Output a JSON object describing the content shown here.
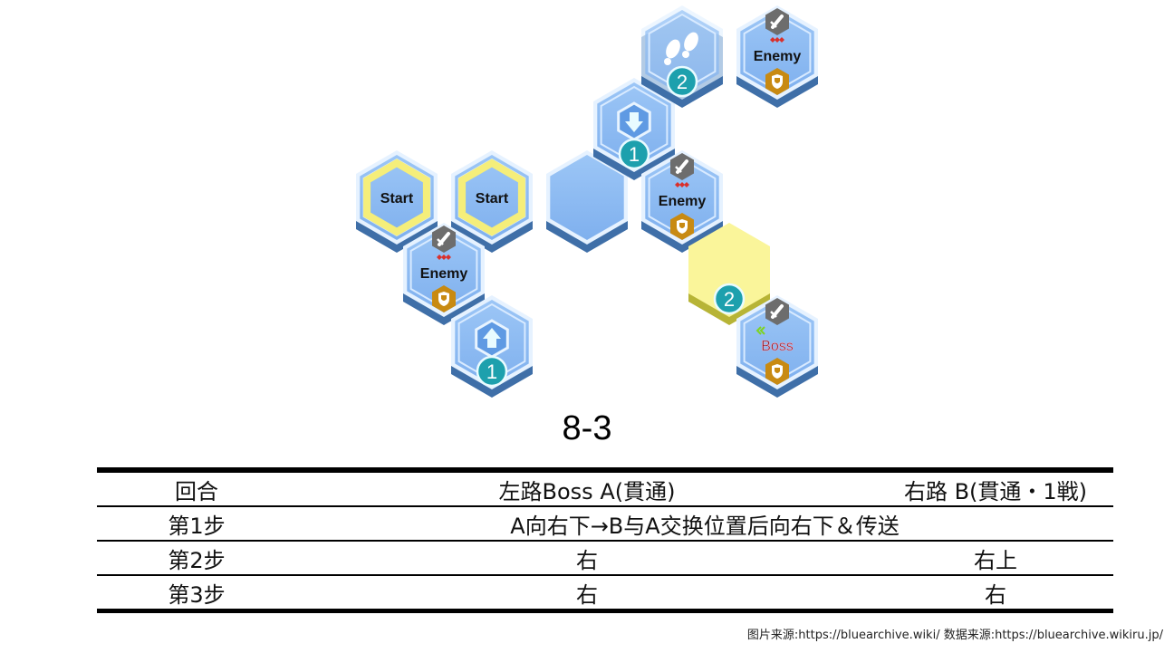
{
  "map": {
    "tile_labels": {
      "start": "Start",
      "enemy": "Enemy",
      "boss": "Boss"
    },
    "colors": {
      "tile": "#8ab7f0",
      "tile_rim": "#3f6fa8",
      "start_ring": "#f5ee7a",
      "highlight": "#faf59a",
      "badge": "#1da0ad",
      "shield": "#c88a12",
      "sword_box": "#6d6d6d"
    },
    "tiles": [
      {
        "type": "start",
        "label": "Start"
      },
      {
        "type": "start",
        "label": "Start"
      },
      {
        "type": "enemy",
        "label": "Enemy"
      },
      {
        "type": "warp-up",
        "icon": "arrow-up-icon",
        "badge": "1"
      },
      {
        "type": "plain"
      },
      {
        "type": "warp-down",
        "icon": "arrow-down-icon",
        "badge": "1"
      },
      {
        "type": "footsteps",
        "icon": "footsteps-icon",
        "badge": "2"
      },
      {
        "type": "enemy",
        "label": "Enemy"
      },
      {
        "type": "enemy",
        "label": "Enemy"
      },
      {
        "type": "highlight",
        "badge": "2"
      },
      {
        "type": "boss",
        "label": "Boss"
      }
    ]
  },
  "stage_title": "8-3",
  "table": {
    "headers": [
      "回合",
      "左路Boss A(貫通)",
      "右路 B(貫通・1戦)"
    ],
    "rows": [
      [
        "第1步",
        "A向右下→B与A交换位置后向右下＆传送"
      ],
      [
        "第2步",
        "右",
        "右上"
      ],
      [
        "第3步",
        "右",
        "右"
      ]
    ]
  },
  "credit": "图片来源:https://bluearchive.wiki/   数据来源:https://bluearchive.wikiru.jp/"
}
